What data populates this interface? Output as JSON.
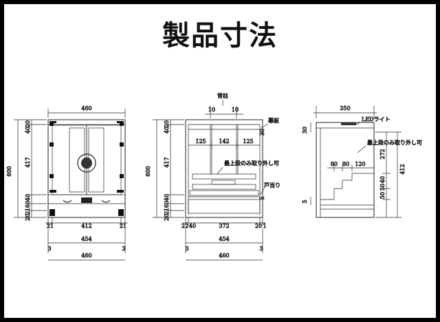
{
  "title": "製品寸法",
  "front": {
    "width_top": "460",
    "height_total": "600",
    "left_dims": [
      "20",
      "40",
      "417",
      "40",
      "60",
      "21",
      "20"
    ],
    "bottom_row1": [
      "21",
      "412",
      "21"
    ],
    "bottom_row2": [
      "3",
      "454",
      "3"
    ],
    "bottom_row3": "460"
  },
  "inner": {
    "label_post": "背柱",
    "post_dims": [
      "10",
      "10"
    ],
    "label_top_board": "幕板",
    "top_board_dim": "30",
    "shelf_dims": [
      "125",
      "142",
      "125"
    ],
    "label_removable": "最上段のみ取り外し可",
    "label_door_stop": "戸当り",
    "door_stop_dim": "5",
    "height_total": "600",
    "left_dims": [
      "20",
      "40",
      "417",
      "40",
      "60",
      "21",
      "20"
    ],
    "bottom_row1": [
      "22",
      "40",
      "372",
      "20",
      "1"
    ],
    "bottom_row2": [
      "3",
      "454",
      "3"
    ],
    "bottom_row3": "460"
  },
  "side": {
    "depth": "350",
    "label_led": "LEDライト",
    "led_dim": "30",
    "label_removable": "最上段のみ取り外し可",
    "step_dims": [
      "80",
      "80",
      "120"
    ],
    "right_dims": [
      "272",
      "50",
      "50",
      "40"
    ],
    "height_inner": "412",
    "bottom_dim": "5"
  }
}
